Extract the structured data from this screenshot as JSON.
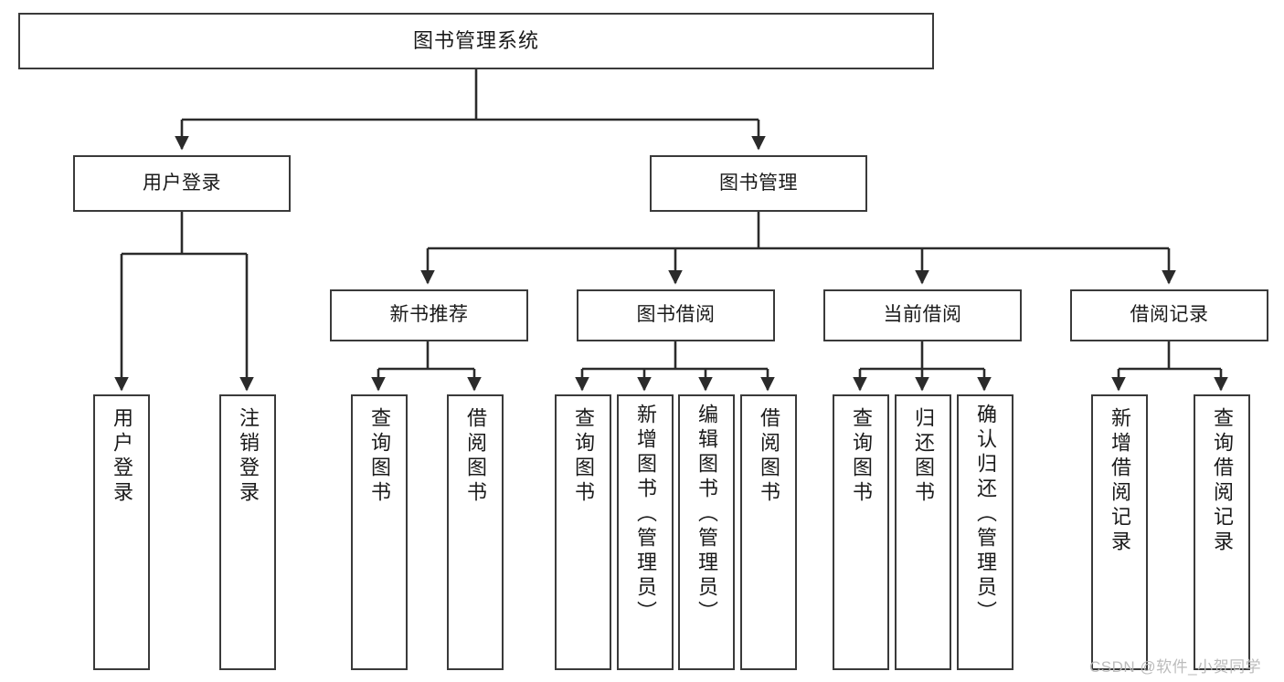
{
  "diagram": {
    "title": "图书管理系统",
    "type": "tree-hierarchy-chart",
    "colors": {
      "box_border": "#3a3a3a",
      "box_fill": "#ffffff",
      "line": "#2b2b2b",
      "text": "#1a1a1a",
      "watermark": "#b9b9b9",
      "background": "#ffffff"
    }
  },
  "nodes": {
    "root": {
      "label": "图书管理系统"
    },
    "level2": [
      {
        "id": "user-login",
        "label": "用户登录"
      },
      {
        "id": "book-management",
        "label": "图书管理"
      }
    ],
    "level3": [
      {
        "id": "new-book-recommend",
        "label": "新书推荐"
      },
      {
        "id": "book-borrow",
        "label": "图书借阅"
      },
      {
        "id": "current-borrow",
        "label": "当前借阅"
      },
      {
        "id": "borrow-record",
        "label": "借阅记录"
      }
    ],
    "leaves": {
      "user_login": [
        {
          "id": "leaf-user-login",
          "label": "用户登录"
        },
        {
          "id": "leaf-logout-login",
          "label": "注销登录"
        }
      ],
      "new_book_recommend": [
        {
          "id": "leaf-query-book-1",
          "label": "查询图书"
        },
        {
          "id": "leaf-borrow-book-1",
          "label": "借阅图书"
        }
      ],
      "book_borrow": [
        {
          "id": "leaf-query-book-2",
          "label": "查询图书"
        },
        {
          "id": "leaf-add-book",
          "label": "新增图书（管理员）"
        },
        {
          "id": "leaf-edit-book",
          "label": "编辑图书（管理员）"
        },
        {
          "id": "leaf-borrow-book-2",
          "label": "借阅图书"
        }
      ],
      "current_borrow": [
        {
          "id": "leaf-query-book-3",
          "label": "查询图书"
        },
        {
          "id": "leaf-return-book",
          "label": "归还图书"
        },
        {
          "id": "leaf-confirm-return",
          "label": "确认归还（管理员）"
        }
      ],
      "borrow_record": [
        {
          "id": "leaf-add-record",
          "label": "新增借阅记录"
        },
        {
          "id": "leaf-query-record",
          "label": "查询借阅记录"
        }
      ]
    }
  },
  "watermark": {
    "text": "CSDN @软件_小贺同学"
  }
}
